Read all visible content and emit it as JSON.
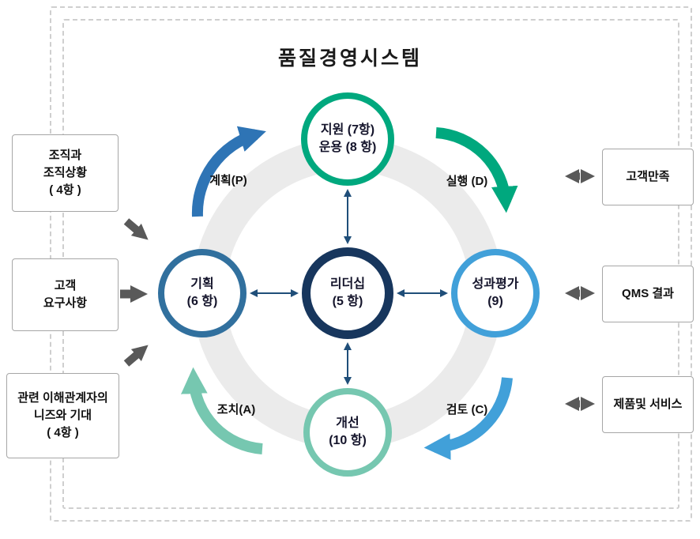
{
  "title": "품질경영시스템",
  "nodes": {
    "support": {
      "line1": "지원 (7항)",
      "line2": "운용 (8 항)",
      "color": "#00a87e"
    },
    "plan": {
      "line1": "기획",
      "line2": "(6 항)",
      "color": "#31709e"
    },
    "leadership": {
      "line1": "리더십",
      "line2": "(5 항)",
      "color": "#17365d"
    },
    "evaluate": {
      "line1": "성과평가",
      "line2": "(9)",
      "color": "#41a0d9"
    },
    "improve": {
      "line1": "개선",
      "line2": "(10 항)",
      "color": "#76c7b0"
    }
  },
  "cycle_labels": {
    "plan": "계획(P)",
    "do": "실행 (D)",
    "check": "검토 (C)",
    "act": "조치(A)"
  },
  "left_boxes": [
    {
      "lines": [
        "조직과",
        "조직상황",
        "( 4항 )"
      ]
    },
    {
      "lines": [
        "고객",
        "요구사항"
      ]
    },
    {
      "lines": [
        "관련 이해관계자의",
        "니즈와 기대",
        "( 4항 )"
      ]
    }
  ],
  "right_boxes": [
    {
      "label": "고객만족"
    },
    {
      "label": "QMS 결과"
    },
    {
      "label": "제품및 서비스"
    }
  ],
  "colors": {
    "plan_arrow": "#2e74b5",
    "do_arrow": "#00a87e",
    "check_arrow": "#41a0d9",
    "act_arrow": "#76c7b0",
    "connector": "#1f4e79",
    "gray_arrow": "#595959",
    "ring": "#ebebeb"
  }
}
